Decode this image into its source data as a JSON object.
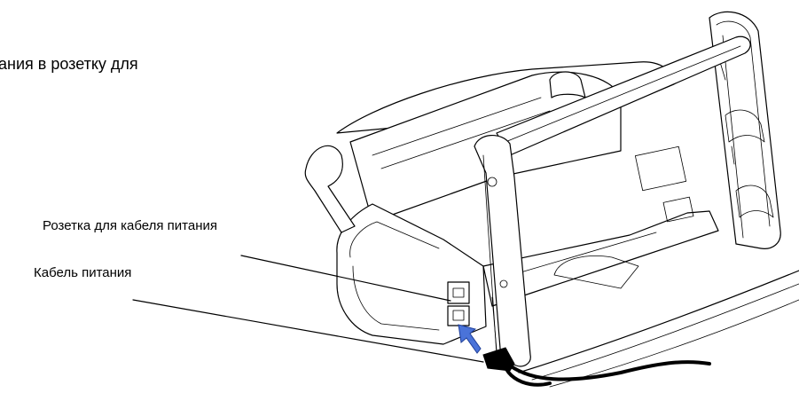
{
  "intro_text_fragment": "ания в розетку для",
  "labels": {
    "power_socket": "Розетка для кабеля питания",
    "power_cable": "Кабель питания"
  },
  "colors": {
    "arrow": "#4a73d9",
    "line": "#000000",
    "background": "#ffffff"
  },
  "icons": {
    "insert_arrow": "arrow-up-right"
  }
}
